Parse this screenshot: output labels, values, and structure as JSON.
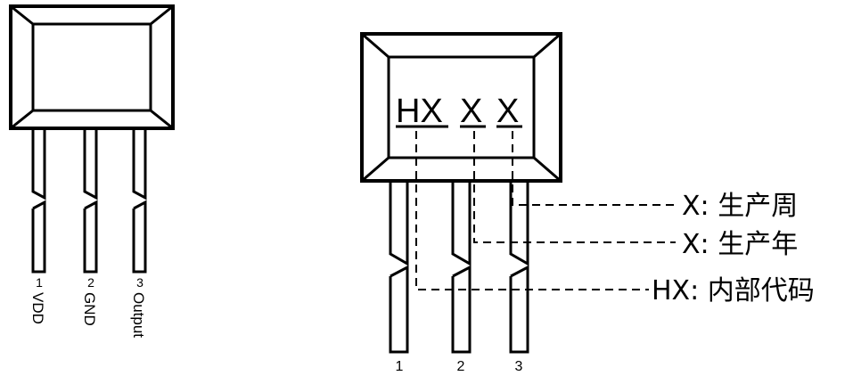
{
  "left_package": {
    "pins": [
      {
        "number": "1",
        "label": "VDD"
      },
      {
        "number": "2",
        "label": "GND"
      },
      {
        "number": "3",
        "label": "Output"
      }
    ]
  },
  "right_package": {
    "marking": {
      "code": "HX",
      "week": "X",
      "year": "X"
    },
    "pins": [
      {
        "number": "1"
      },
      {
        "number": "2"
      },
      {
        "number": "3"
      }
    ],
    "legend": [
      {
        "text": "X: 生产周"
      },
      {
        "text": "X: 生产年"
      },
      {
        "text": "HX: 内部代码"
      }
    ]
  }
}
